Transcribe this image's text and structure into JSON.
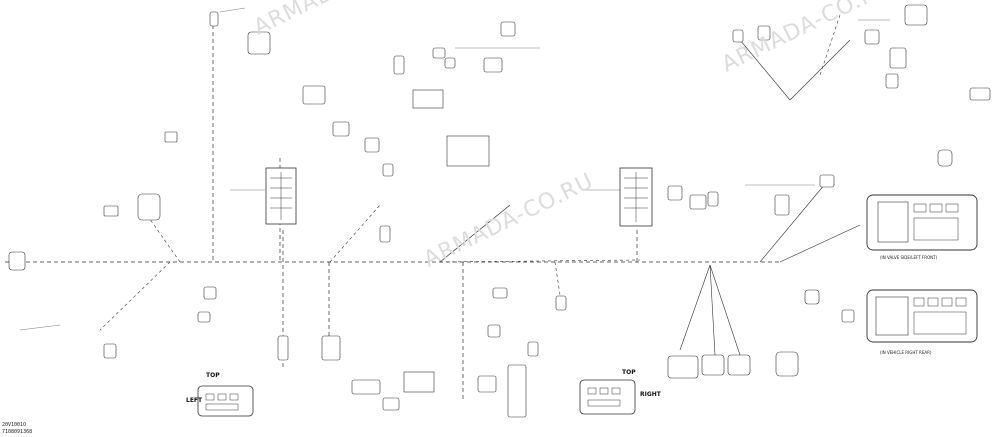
{
  "watermarks": [
    "ARMADA-CO.RU",
    "ARMADA-CO.RU",
    "ARMADA-CO.RU"
  ],
  "orientation_labels": {
    "top_left": "TOP",
    "left_left": "LEFT",
    "top_center": "TOP",
    "right_center": "RIGHT"
  },
  "module_captions": {
    "upper_right": "(IN VALVE SIDE/LEFT FRONT)",
    "lower_right": "(IN VEHICLE RIGHT REAR)"
  },
  "footer_codes": {
    "line1": "20V1001O",
    "line2": "7108091368"
  },
  "colors": {
    "line": "#333333",
    "watermark": "#dcdcdc"
  }
}
